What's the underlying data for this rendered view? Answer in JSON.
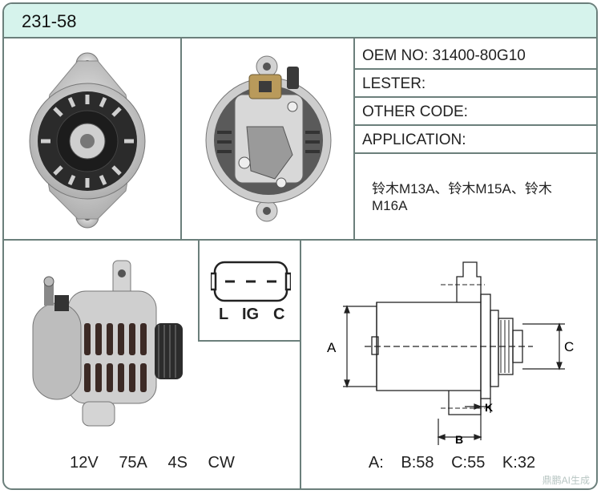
{
  "header": {
    "part_number": "231-58"
  },
  "info": {
    "oem_label": "OEM NO:",
    "oem_value": "31400-80G10",
    "lester_label": "LESTER:",
    "other_code_label": "OTHER CODE:",
    "application_label": "APPLICATION:",
    "application_line1": "铃木M13A、铃木M15A、铃木",
    "application_line2": "M16A"
  },
  "plug": {
    "pins": [
      "L",
      "IG",
      "C"
    ]
  },
  "specs": {
    "voltage": "12V",
    "amperage": "75A",
    "pulley": "4S",
    "rotation": "CW"
  },
  "dimensions": {
    "a_label": "A:",
    "b_label": "B:58",
    "c_label": "C:55",
    "k_label": "K:32",
    "a_letter": "A",
    "b_letter": "B",
    "c_letter": "C",
    "k_letter": "K"
  },
  "watermark": "鼎鹏AI生成",
  "colors": {
    "header_bg": "#d6f3ec",
    "border": "#6b7f7b"
  }
}
